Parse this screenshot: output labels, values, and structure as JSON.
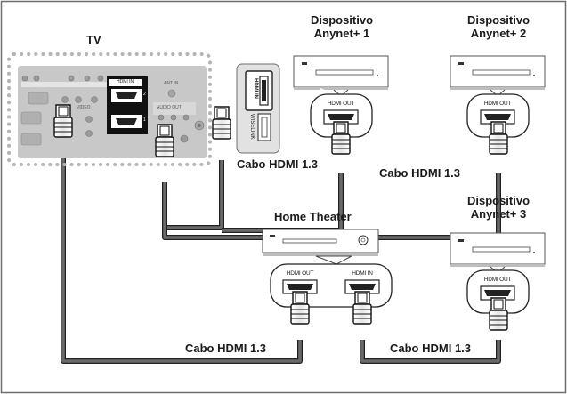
{
  "labels": {
    "tv": "TV",
    "device1": "Dispositivo\nAnynet+ 1",
    "device2": "Dispositivo\nAnynet+ 2",
    "device3": "Dispositivo\nAnynet+ 3",
    "home_theater": "Home Theater",
    "cable": "Cabo HDMI 1.3"
  },
  "ports": {
    "hdmi_out": "HDMI OUT",
    "hdmi_in": "HDMI IN",
    "tv_hdmi_in": "HDMI IN",
    "tv_ant_in": "ANT IN",
    "tv_audio_out": "AUDIO OUT",
    "tv_video": "VIDEO",
    "tv_num_2": "2",
    "tv_num_1": "1",
    "side_hdmi_in": "HDMI IN",
    "side_service": "WISELINK"
  },
  "colors": {
    "cable": "#6a6a6a",
    "outline": "#222222",
    "tv_panel": "#c8c8c8",
    "dots": "#b4b4b4"
  }
}
